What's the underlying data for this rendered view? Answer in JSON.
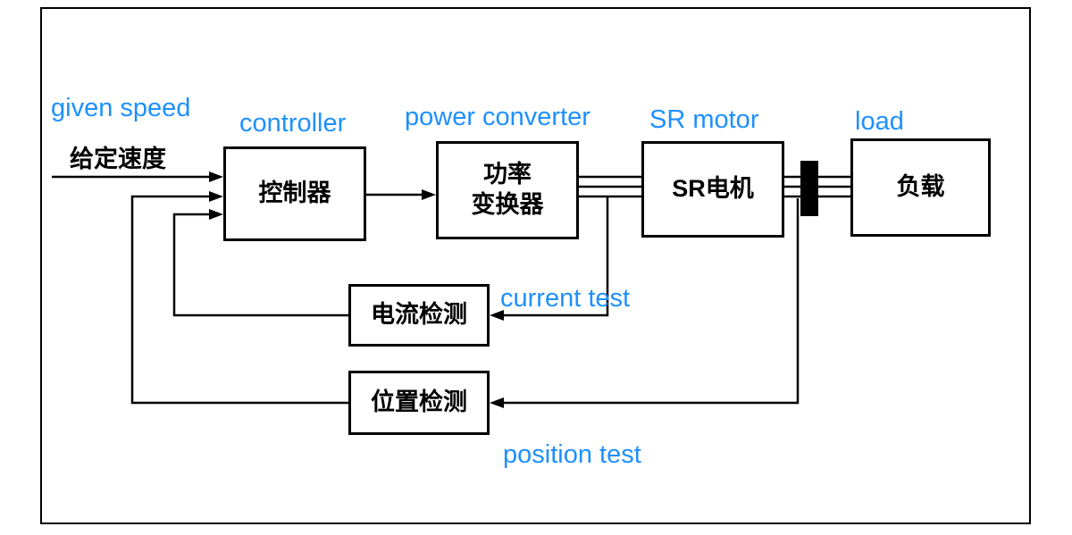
{
  "colors": {
    "accent_blue": "#1e90ff",
    "line": "#000000"
  },
  "labels_en": {
    "given_speed": "given speed",
    "controller": "controller",
    "power_converter": "power converter",
    "sr_motor": "SR motor",
    "load": "load",
    "current_test": "current test",
    "position_test": "position test"
  },
  "labels_zh": {
    "given_speed": "给定速度",
    "controller": "控制器",
    "power_converter_line1": "功率",
    "power_converter_line2": "变换器",
    "sr_motor": "SR电机",
    "load": "负载",
    "current_test": "电流检测",
    "position_test": "位置检测"
  }
}
